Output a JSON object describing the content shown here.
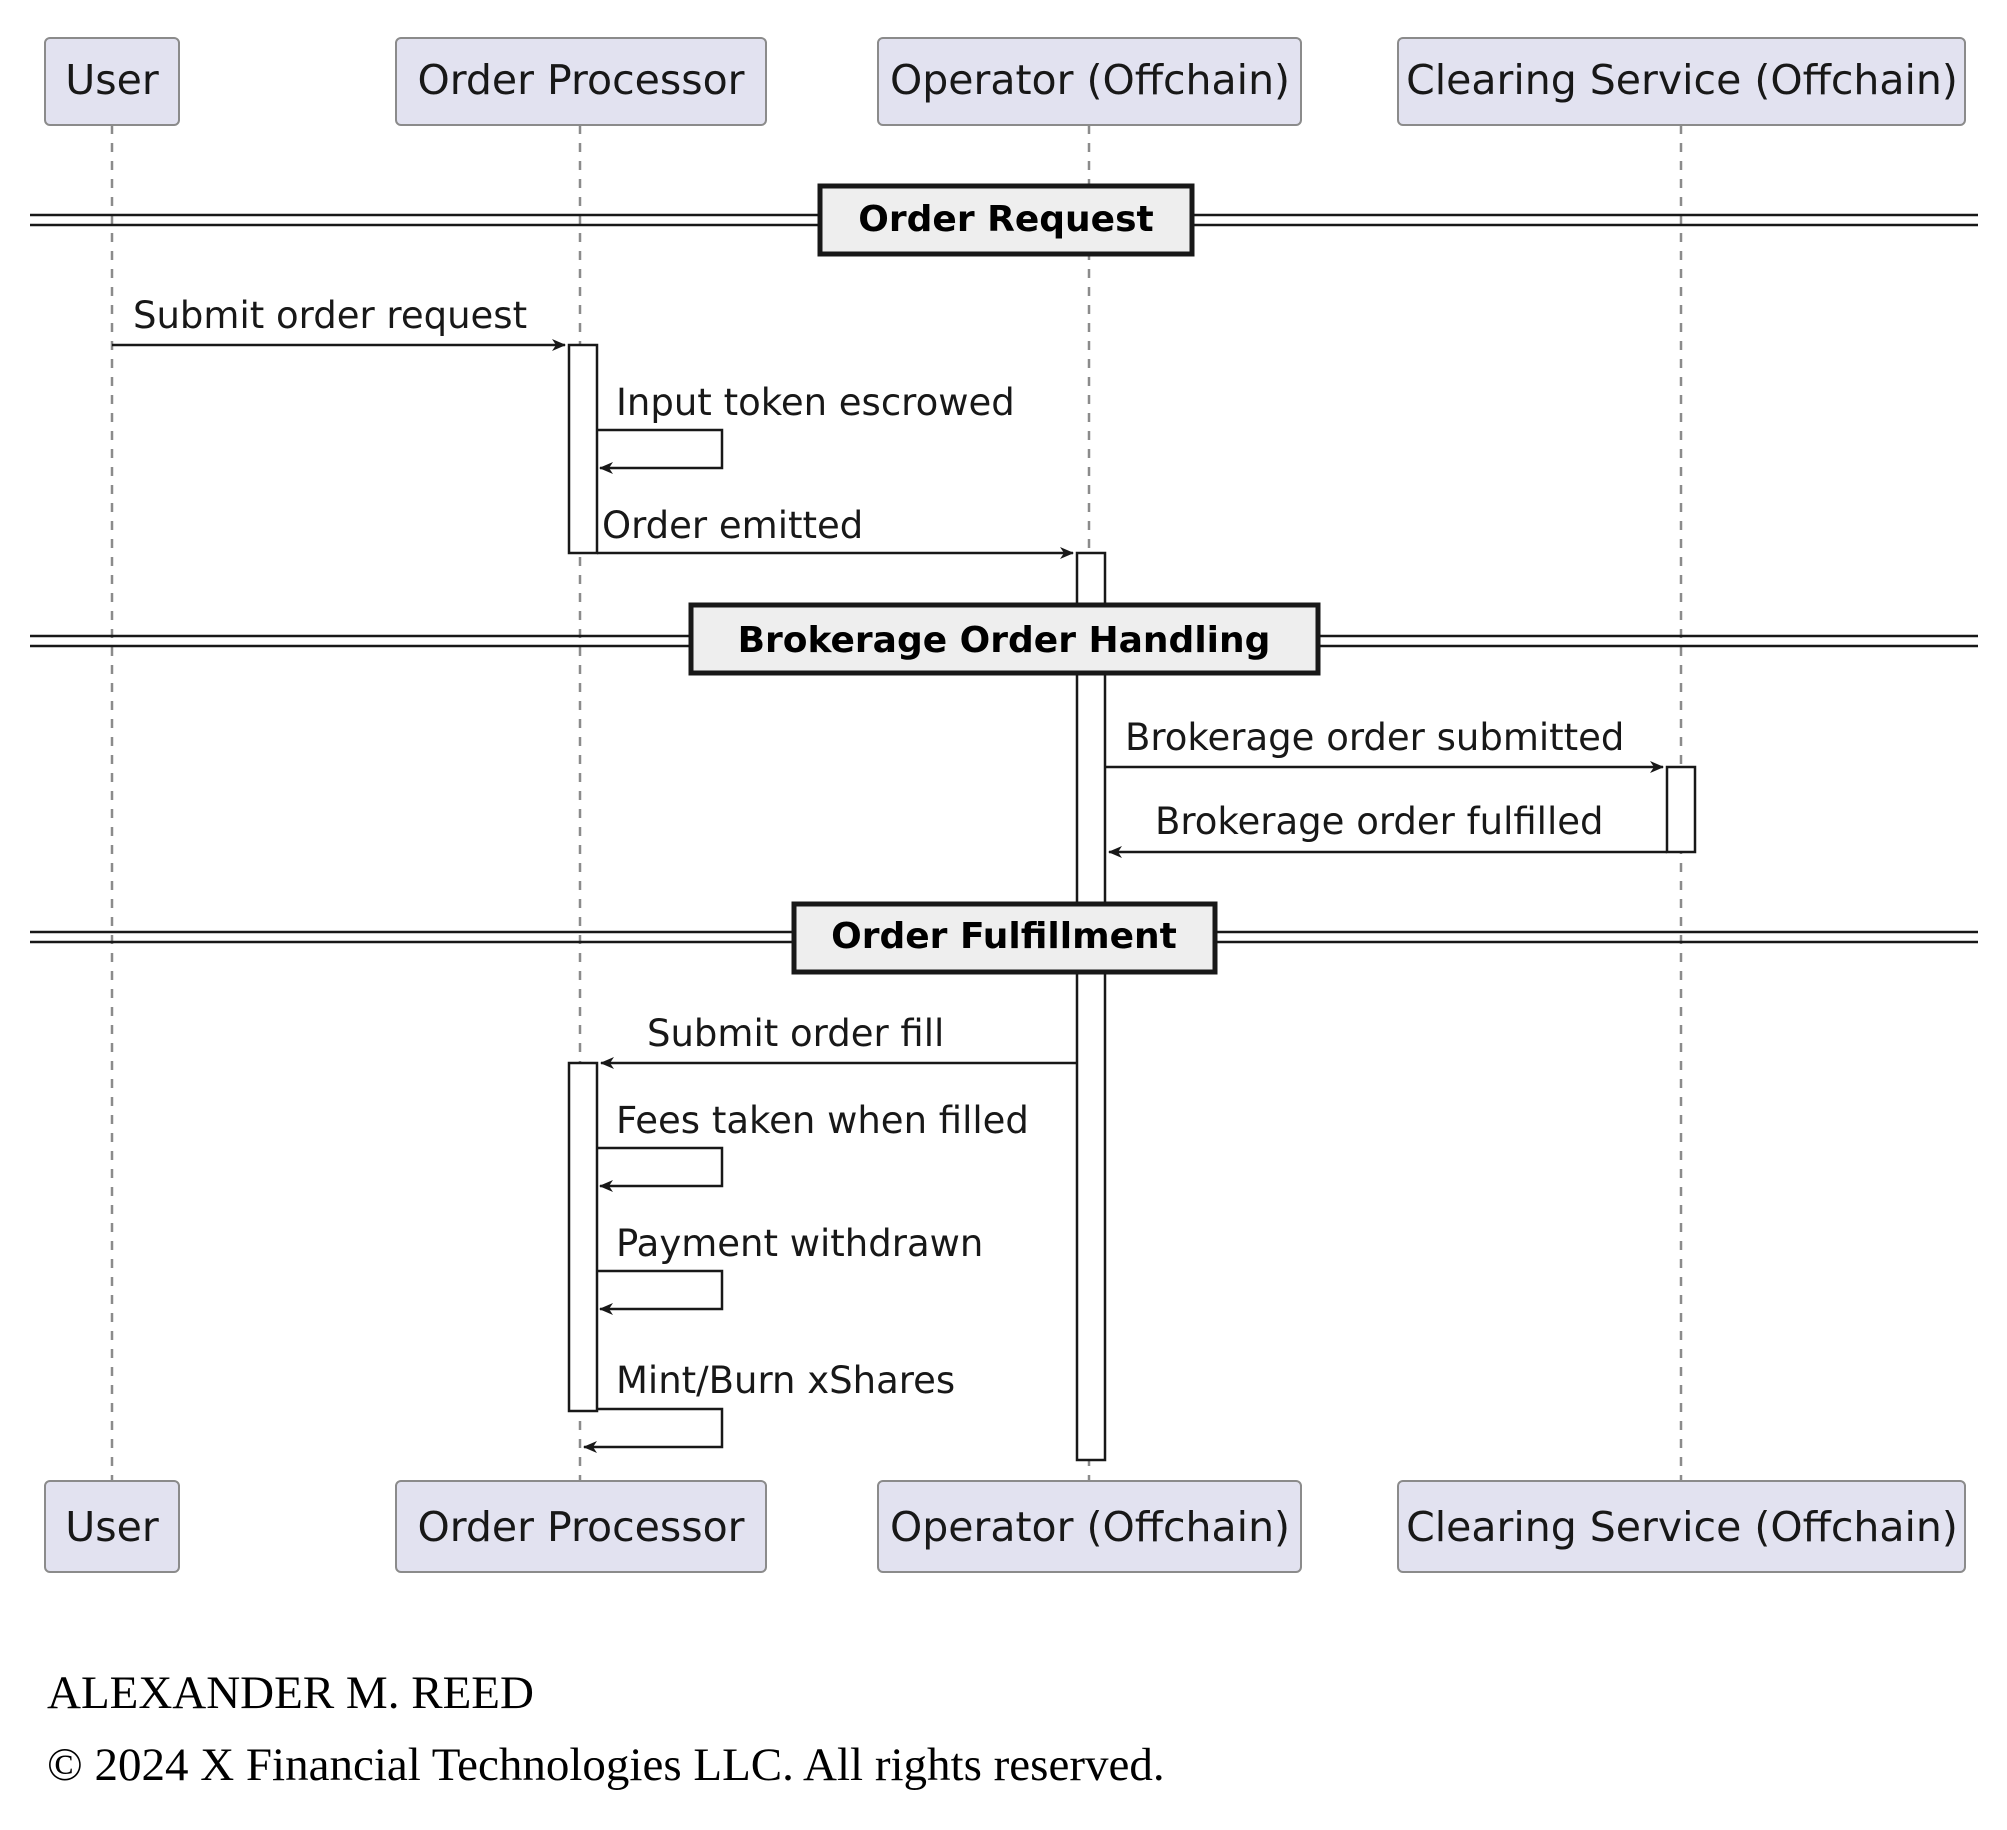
{
  "diagram": {
    "type": "sequence",
    "participants": [
      {
        "id": "user",
        "label": "User"
      },
      {
        "id": "order_processor",
        "label": "Order Processor"
      },
      {
        "id": "operator",
        "label": "Operator (Offchain)"
      },
      {
        "id": "clearing",
        "label": "Clearing Service (Offchain)"
      }
    ],
    "dividers": [
      {
        "label": "Order Request"
      },
      {
        "label": "Brokerage Order Handling"
      },
      {
        "label": "Order Fulfillment"
      }
    ],
    "messages": [
      {
        "from": "user",
        "to": "order_processor",
        "label": "Submit order request"
      },
      {
        "from": "order_processor",
        "to": "order_processor",
        "label": "Input token escrowed"
      },
      {
        "from": "order_processor",
        "to": "operator",
        "label": "Order emitted"
      },
      {
        "from": "operator",
        "to": "clearing",
        "label": "Brokerage order submitted"
      },
      {
        "from": "clearing",
        "to": "operator",
        "label": "Brokerage order fulfilled"
      },
      {
        "from": "operator",
        "to": "order_processor",
        "label": "Submit order fill"
      },
      {
        "from": "order_processor",
        "to": "order_processor",
        "label": "Fees taken when filled"
      },
      {
        "from": "order_processor",
        "to": "order_processor",
        "label": "Payment withdrawn"
      },
      {
        "from": "order_processor",
        "to": "order_processor",
        "label": "Mint/Burn xShares"
      }
    ],
    "colors": {
      "participant_fill": "#e2e2f0",
      "participant_border": "#8b8b8b",
      "line": "#181818",
      "divider_fill": "#eeeeee"
    }
  },
  "footer": {
    "author": "ALEXANDER M. REED",
    "copyright": "© 2024 X Financial Technologies LLC. All rights reserved."
  }
}
